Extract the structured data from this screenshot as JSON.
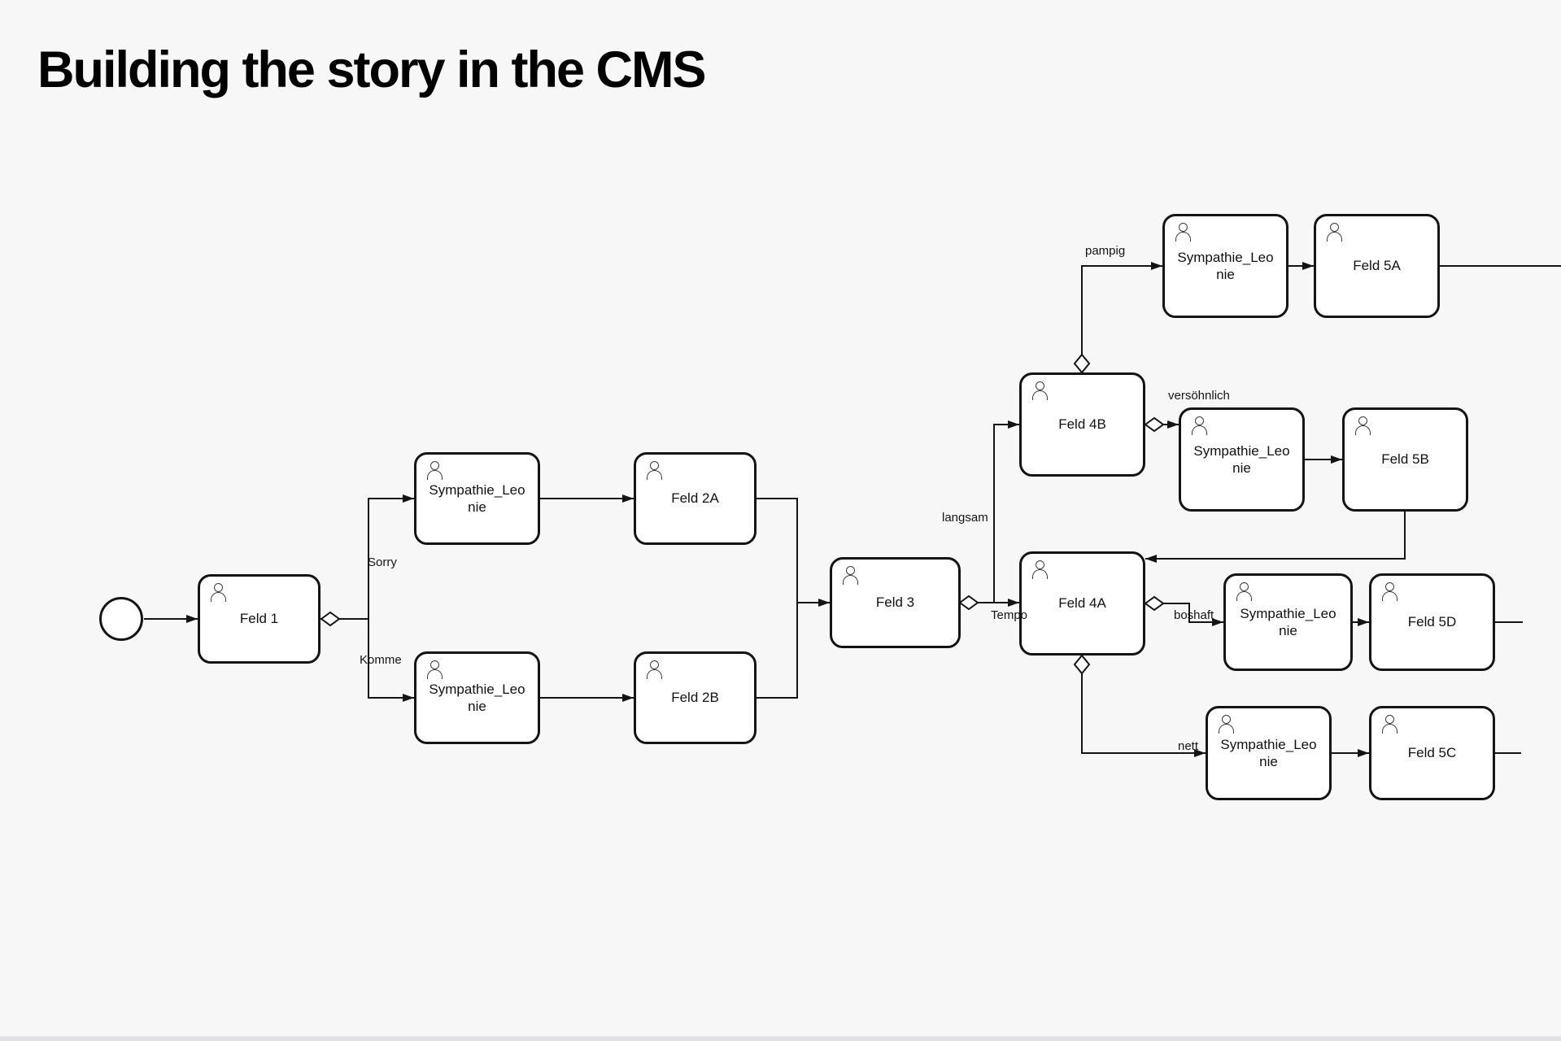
{
  "page": {
    "title": "Building the story in the CMS"
  },
  "diagram": {
    "nodes": {
      "feld1": {
        "label": "Feld 1"
      },
      "sympathie_sorry": {
        "label": "Sympathie_Leo\nnie"
      },
      "feld2a": {
        "label": "Feld 2A"
      },
      "sympathie_komme": {
        "label": "Sympathie_Leo\nnie"
      },
      "feld2b": {
        "label": "Feld 2B"
      },
      "feld3": {
        "label": "Feld 3"
      },
      "feld4b": {
        "label": "Feld 4B"
      },
      "sympathie_pampig": {
        "label": "Sympathie_Leo\nnie"
      },
      "feld5a": {
        "label": "Feld 5A"
      },
      "sympathie_versoehnlich": {
        "label": "Sympathie_Leo\nnie"
      },
      "feld5b": {
        "label": "Feld 5B"
      },
      "feld4a": {
        "label": "Feld 4A"
      },
      "sympathie_boshaft": {
        "label": "Sympathie_Leo\nnie"
      },
      "feld5d": {
        "label": "Feld 5D"
      },
      "sympathie_nett": {
        "label": "Sympathie_Leo\nnie"
      },
      "feld5c": {
        "label": "Feld 5C"
      }
    },
    "edge_labels": {
      "sorry": "Sorry",
      "komme": "Komme",
      "langsam": "langsam",
      "tempo": "Tempo",
      "pampig": "pampig",
      "versoehnlich": "versöhnlich",
      "boshaft": "boshaft",
      "nett": "nett"
    }
  }
}
